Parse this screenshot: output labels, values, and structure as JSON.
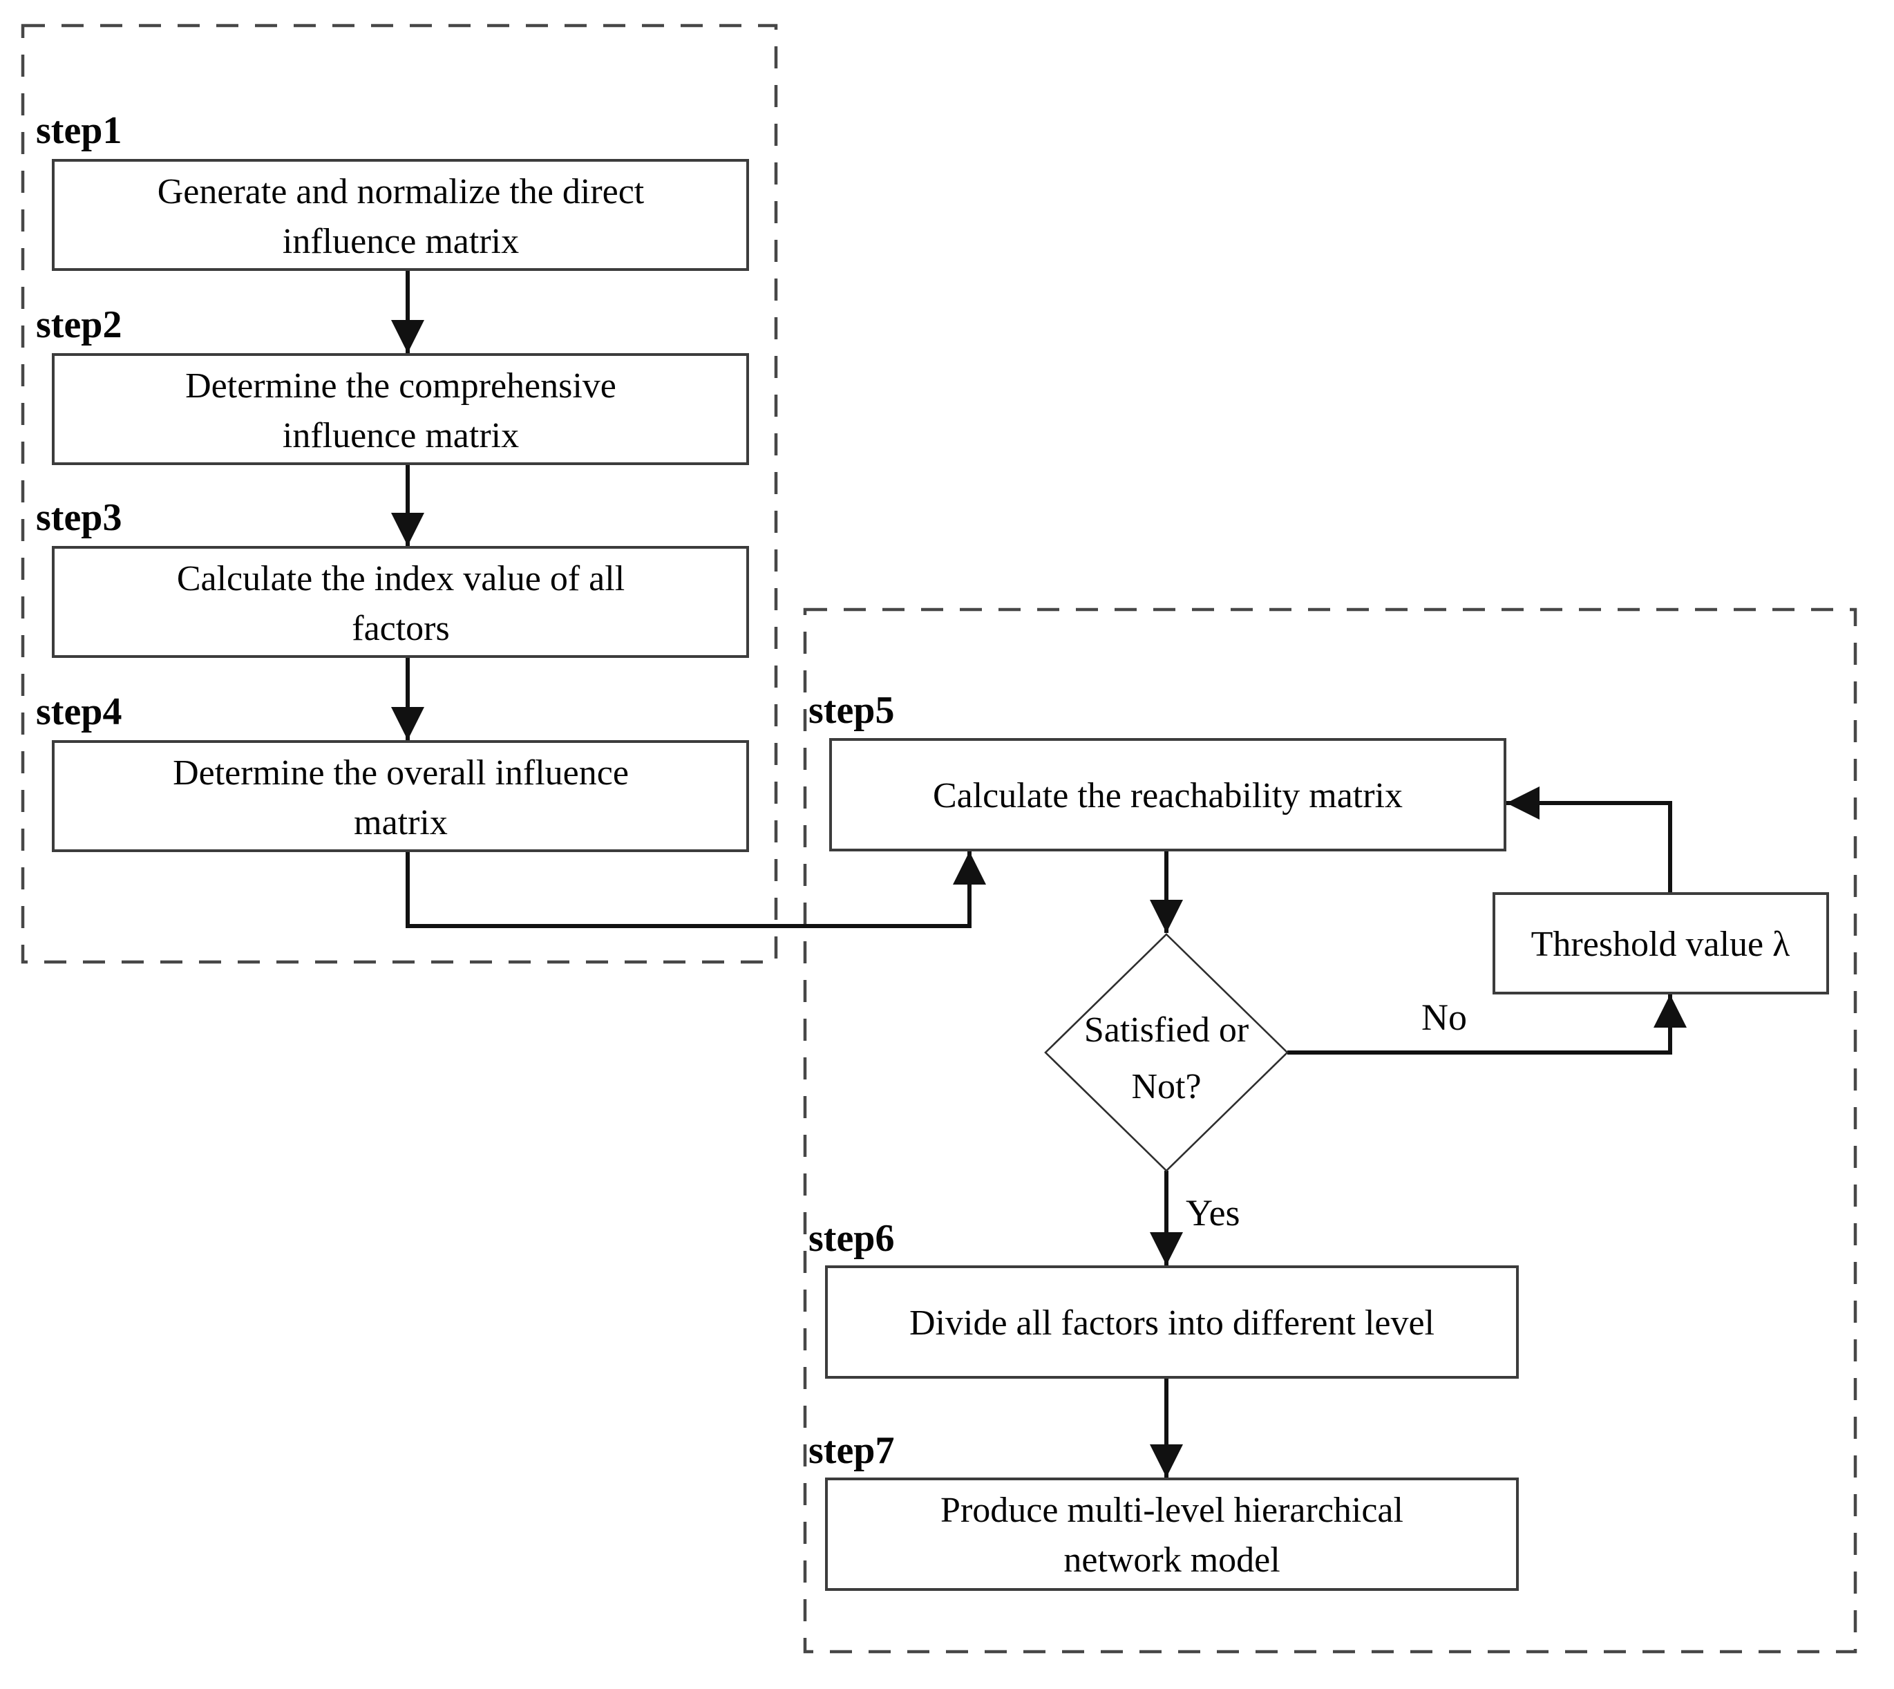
{
  "flowchart": {
    "step1": {
      "label": "step1",
      "line1": "Generate and normalize the direct",
      "line2": "influence matrix"
    },
    "step2": {
      "label": "step2",
      "line1": "Determine the  comprehensive",
      "line2": "influence matrix"
    },
    "step3": {
      "label": "step3",
      "line1": "Calculate the index value of all",
      "line2": "factors"
    },
    "step4": {
      "label": "step4",
      "line1": "Determine the overall influence",
      "line2": "matrix"
    },
    "step5": {
      "label": "step5",
      "text": "Calculate the reachability matrix"
    },
    "decision": {
      "line1": "Satisfied or",
      "line2": "Not?"
    },
    "threshold": {
      "text": "Threshold value λ"
    },
    "no_label": "No",
    "yes_label": "Yes",
    "step6": {
      "label": "step6",
      "text": "Divide all factors into different level"
    },
    "step7": {
      "label": "step7",
      "line1": "Produce multi-level hierarchical",
      "line2": "network model"
    },
    "colors": {
      "line": "#111111",
      "box_border": "#3c3c3c",
      "dashed_border": "#474747",
      "text": "#050505",
      "background": "#ffffff"
    }
  }
}
